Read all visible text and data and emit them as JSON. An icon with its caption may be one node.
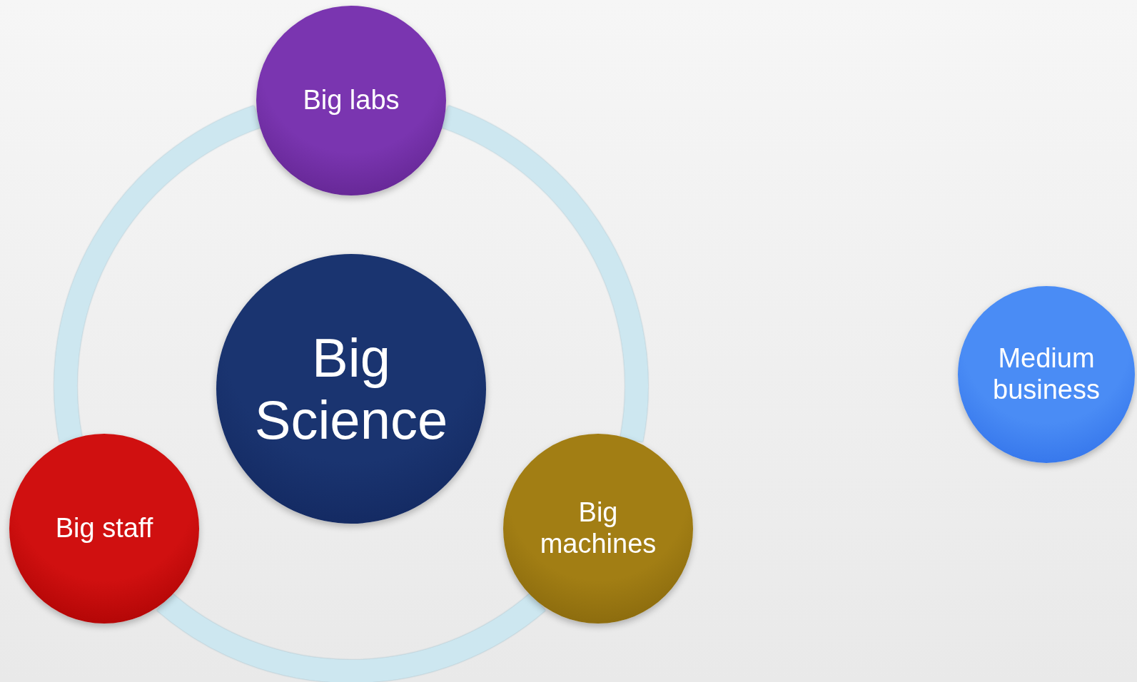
{
  "diagram": {
    "nodes": [
      {
        "text": [
          "Big labs"
        ]
      },
      {
        "text": [
          "Big Science"
        ]
      },
      {
        "text": [
          "Medium business"
        ]
      },
      {
        "text": [
          "Big staff"
        ]
      },
      {
        "text": [
          "Big machines"
        ]
      }
    ],
    "edges": [
      {
        "from": 0,
        "to": 4,
        "arrow": "none"
      },
      {
        "from": 4,
        "to": 3,
        "arrow": "none"
      },
      {
        "from": 3,
        "to": 0,
        "arrow": "none"
      }
    ]
  }
}
